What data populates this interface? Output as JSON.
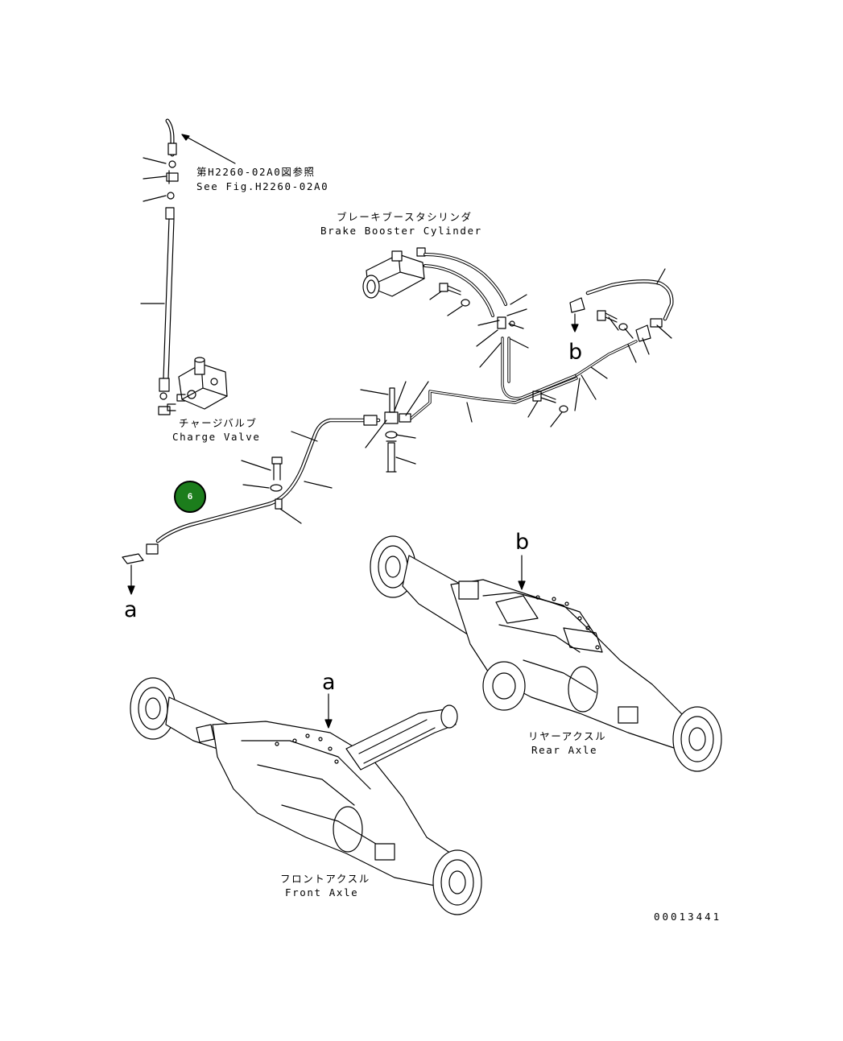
{
  "labels": {
    "fig_ref_jp": "第H2260-02A0図参照",
    "fig_ref_en": "See Fig.H2260-02A0",
    "brake_booster_jp": "ブレーキブースタシリンダ",
    "brake_booster_en": "Brake Booster Cylinder",
    "charge_valve_jp": "チャージバルブ",
    "charge_valve_en": "Charge Valve",
    "rear_axle_jp": "リヤーアクスル",
    "rear_axle_en": "Rear Axle",
    "front_axle_jp": "フロントアクスル",
    "front_axle_en": "Front Axle",
    "drawing_number": "00013441"
  },
  "reference_letters": {
    "a_left": "a",
    "a_front": "a",
    "b_right": "b",
    "b_rear": "b"
  },
  "callout": {
    "number": "6",
    "fill": "#1c7d1c"
  }
}
